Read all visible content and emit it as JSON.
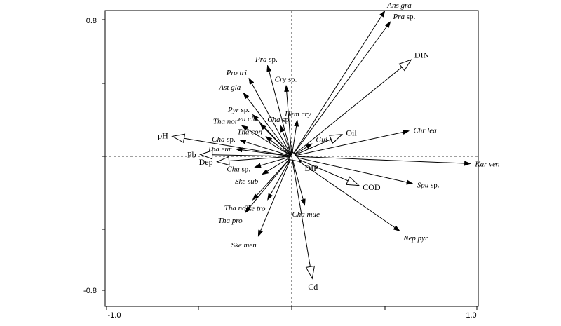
{
  "chart_data": {
    "type": "biplot",
    "xlim": [
      -1.0,
      1.0
    ],
    "ylim": [
      -0.8,
      0.8
    ],
    "x_tick_labels": [
      "-1.0",
      "1.0"
    ],
    "y_tick_labels": [
      "0.8",
      "-0.8"
    ],
    "species": [
      {
        "name": "Ans gra",
        "label_parts": [
          {
            "t": "Ans gra",
            "i": true
          }
        ],
        "x": 0.5,
        "y": 0.8
      },
      {
        "name": "Pra sp.",
        "label_parts": [
          {
            "t": "Pra",
            "i": true
          },
          {
            "t": " sp.",
            "i": false
          }
        ],
        "x": 0.53,
        "y": 0.74
      },
      {
        "name": "Chr lea",
        "label_parts": [
          {
            "t": "Chr lea",
            "i": true
          }
        ],
        "x": 0.63,
        "y": 0.14
      },
      {
        "name": "Kar ven",
        "label_parts": [
          {
            "t": "Kar ven",
            "i": true
          }
        ],
        "x": 0.96,
        "y": -0.04
      },
      {
        "name": "Spu sp.",
        "label_parts": [
          {
            "t": "Spu",
            "i": true
          },
          {
            "t": " sp.",
            "i": false
          }
        ],
        "x": 0.65,
        "y": -0.15
      },
      {
        "name": "Nep pyr",
        "label_parts": [
          {
            "t": "Nep pyr",
            "i": true
          }
        ],
        "x": 0.58,
        "y": -0.41
      },
      {
        "name": "Cha mue",
        "label_parts": [
          {
            "t": "Cha mue",
            "i": true
          }
        ],
        "x": 0.07,
        "y": -0.27
      },
      {
        "name": "Ske men",
        "label_parts": [
          {
            "t": "Ske men",
            "i": true
          }
        ],
        "x": -0.18,
        "y": -0.44
      },
      {
        "name": "Tha pro",
        "label_parts": [
          {
            "t": "Tha pro",
            "i": true
          }
        ],
        "x": -0.25,
        "y": -0.31
      },
      {
        "name": "Tha nod",
        "label_parts": [
          {
            "t": "Tha nod",
            "i": true
          }
        ],
        "x": -0.21,
        "y": -0.24
      },
      {
        "name": "Ske tro",
        "label_parts": [
          {
            "t": "Ske tro",
            "i": true
          }
        ],
        "x": -0.13,
        "y": -0.24
      },
      {
        "name": "Ske sub",
        "label_parts": [
          {
            "t": "Ske sub",
            "i": true
          }
        ],
        "x": -0.16,
        "y": -0.1
      },
      {
        "name": "Cha sp.",
        "label_parts": [
          {
            "t": "Cha",
            "i": true
          },
          {
            "t": " sp.",
            "i": false
          }
        ],
        "x": -0.2,
        "y": -0.06
      },
      {
        "name": "Tha eur",
        "label_parts": [
          {
            "t": "Tha eur",
            "i": true
          }
        ],
        "x": -0.3,
        "y": 0.04
      },
      {
        "name": "Cha sp.",
        "label_parts": [
          {
            "t": "Cha",
            "i": true
          },
          {
            "t": " sp.",
            "i": false
          }
        ],
        "x": -0.28,
        "y": 0.09
      },
      {
        "name": "Tha nor",
        "label_parts": [
          {
            "t": "Tha nor",
            "i": true
          }
        ],
        "x": -0.27,
        "y": 0.17
      },
      {
        "name": "Ast gla",
        "label_parts": [
          {
            "t": "Ast gla",
            "i": true
          }
        ],
        "x": -0.26,
        "y": 0.35
      },
      {
        "name": "Pro tri",
        "label_parts": [
          {
            "t": "Pro tri",
            "i": true
          }
        ],
        "x": -0.23,
        "y": 0.43
      },
      {
        "name": "Pyr sp.",
        "label_parts": [
          {
            "t": "Pyr",
            "i": true
          },
          {
            "t": " sp.",
            "i": false
          }
        ],
        "x": -0.21,
        "y": 0.23
      },
      {
        "name": "eu clo",
        "label_parts": [
          {
            "t": "eu clo",
            "i": true
          }
        ],
        "x": -0.17,
        "y": 0.18
      },
      {
        "name": "Tha con",
        "label_parts": [
          {
            "t": "Tha con",
            "i": true
          }
        ],
        "x": -0.14,
        "y": 0.11
      },
      {
        "name": "Cha sp.",
        "label_parts": [
          {
            "t": "Cha",
            "i": true
          },
          {
            "t": " sp.",
            "i": false
          }
        ],
        "x": -0.06,
        "y": 0.17
      },
      {
        "name": "Pra sp.",
        "label_parts": [
          {
            "t": "Pra",
            "i": true
          },
          {
            "t": " sp.",
            "i": false
          }
        ],
        "x": -0.13,
        "y": 0.5
      },
      {
        "name": "Cry sp.",
        "label_parts": [
          {
            "t": "Cry",
            "i": true
          },
          {
            "t": " sp.",
            "i": false
          }
        ],
        "x": -0.03,
        "y": 0.39
      },
      {
        "name": "Hem cry",
        "label_parts": [
          {
            "t": "Hem cry",
            "i": true
          }
        ],
        "x": 0.03,
        "y": 0.2
      },
      {
        "name": "Gui str",
        "label_parts": [
          {
            "t": "Gui str",
            "i": true
          }
        ],
        "x": 0.11,
        "y": 0.07
      }
    ],
    "environment": [
      {
        "name": "DIN",
        "x": 0.64,
        "y": 0.53
      },
      {
        "name": "Oil",
        "x": 0.27,
        "y": 0.12
      },
      {
        "name": "COD",
        "x": 0.36,
        "y": -0.16
      },
      {
        "name": "DIP",
        "x": 0.05,
        "y": -0.03
      },
      {
        "name": "Cd",
        "x": 0.11,
        "y": -0.67
      },
      {
        "name": "pH",
        "x": -0.64,
        "y": 0.11
      },
      {
        "name": "Pb",
        "x": -0.49,
        "y": 0.01
      },
      {
        "name": "Dep",
        "x": -0.4,
        "y": -0.03
      }
    ]
  }
}
